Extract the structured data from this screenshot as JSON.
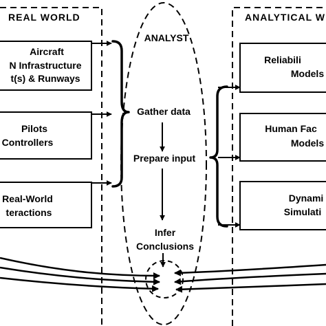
{
  "sections": {
    "real_world": "REAL WORLD",
    "analyst": "ANALYST",
    "analytical_world": "ANALYTICAL W"
  },
  "real_world_boxes": [
    {
      "lines": [
        "Aircraft",
        "N Infrastructure",
        "t(s) & Runways"
      ]
    },
    {
      "lines": [
        "Pilots",
        "Controllers"
      ]
    },
    {
      "lines": [
        "Real-World",
        "teractions"
      ]
    }
  ],
  "analytical_boxes": [
    {
      "lines": [
        "Reliabili",
        "Models"
      ]
    },
    {
      "lines": [
        "Human Fac",
        "Models"
      ]
    },
    {
      "lines": [
        "Dynami",
        "Simulati"
      ]
    }
  ],
  "analyst_steps": {
    "gather": "Gather data",
    "prepare": "Prepare input",
    "infer_1": "Infer",
    "infer_2": "Conclusions"
  }
}
